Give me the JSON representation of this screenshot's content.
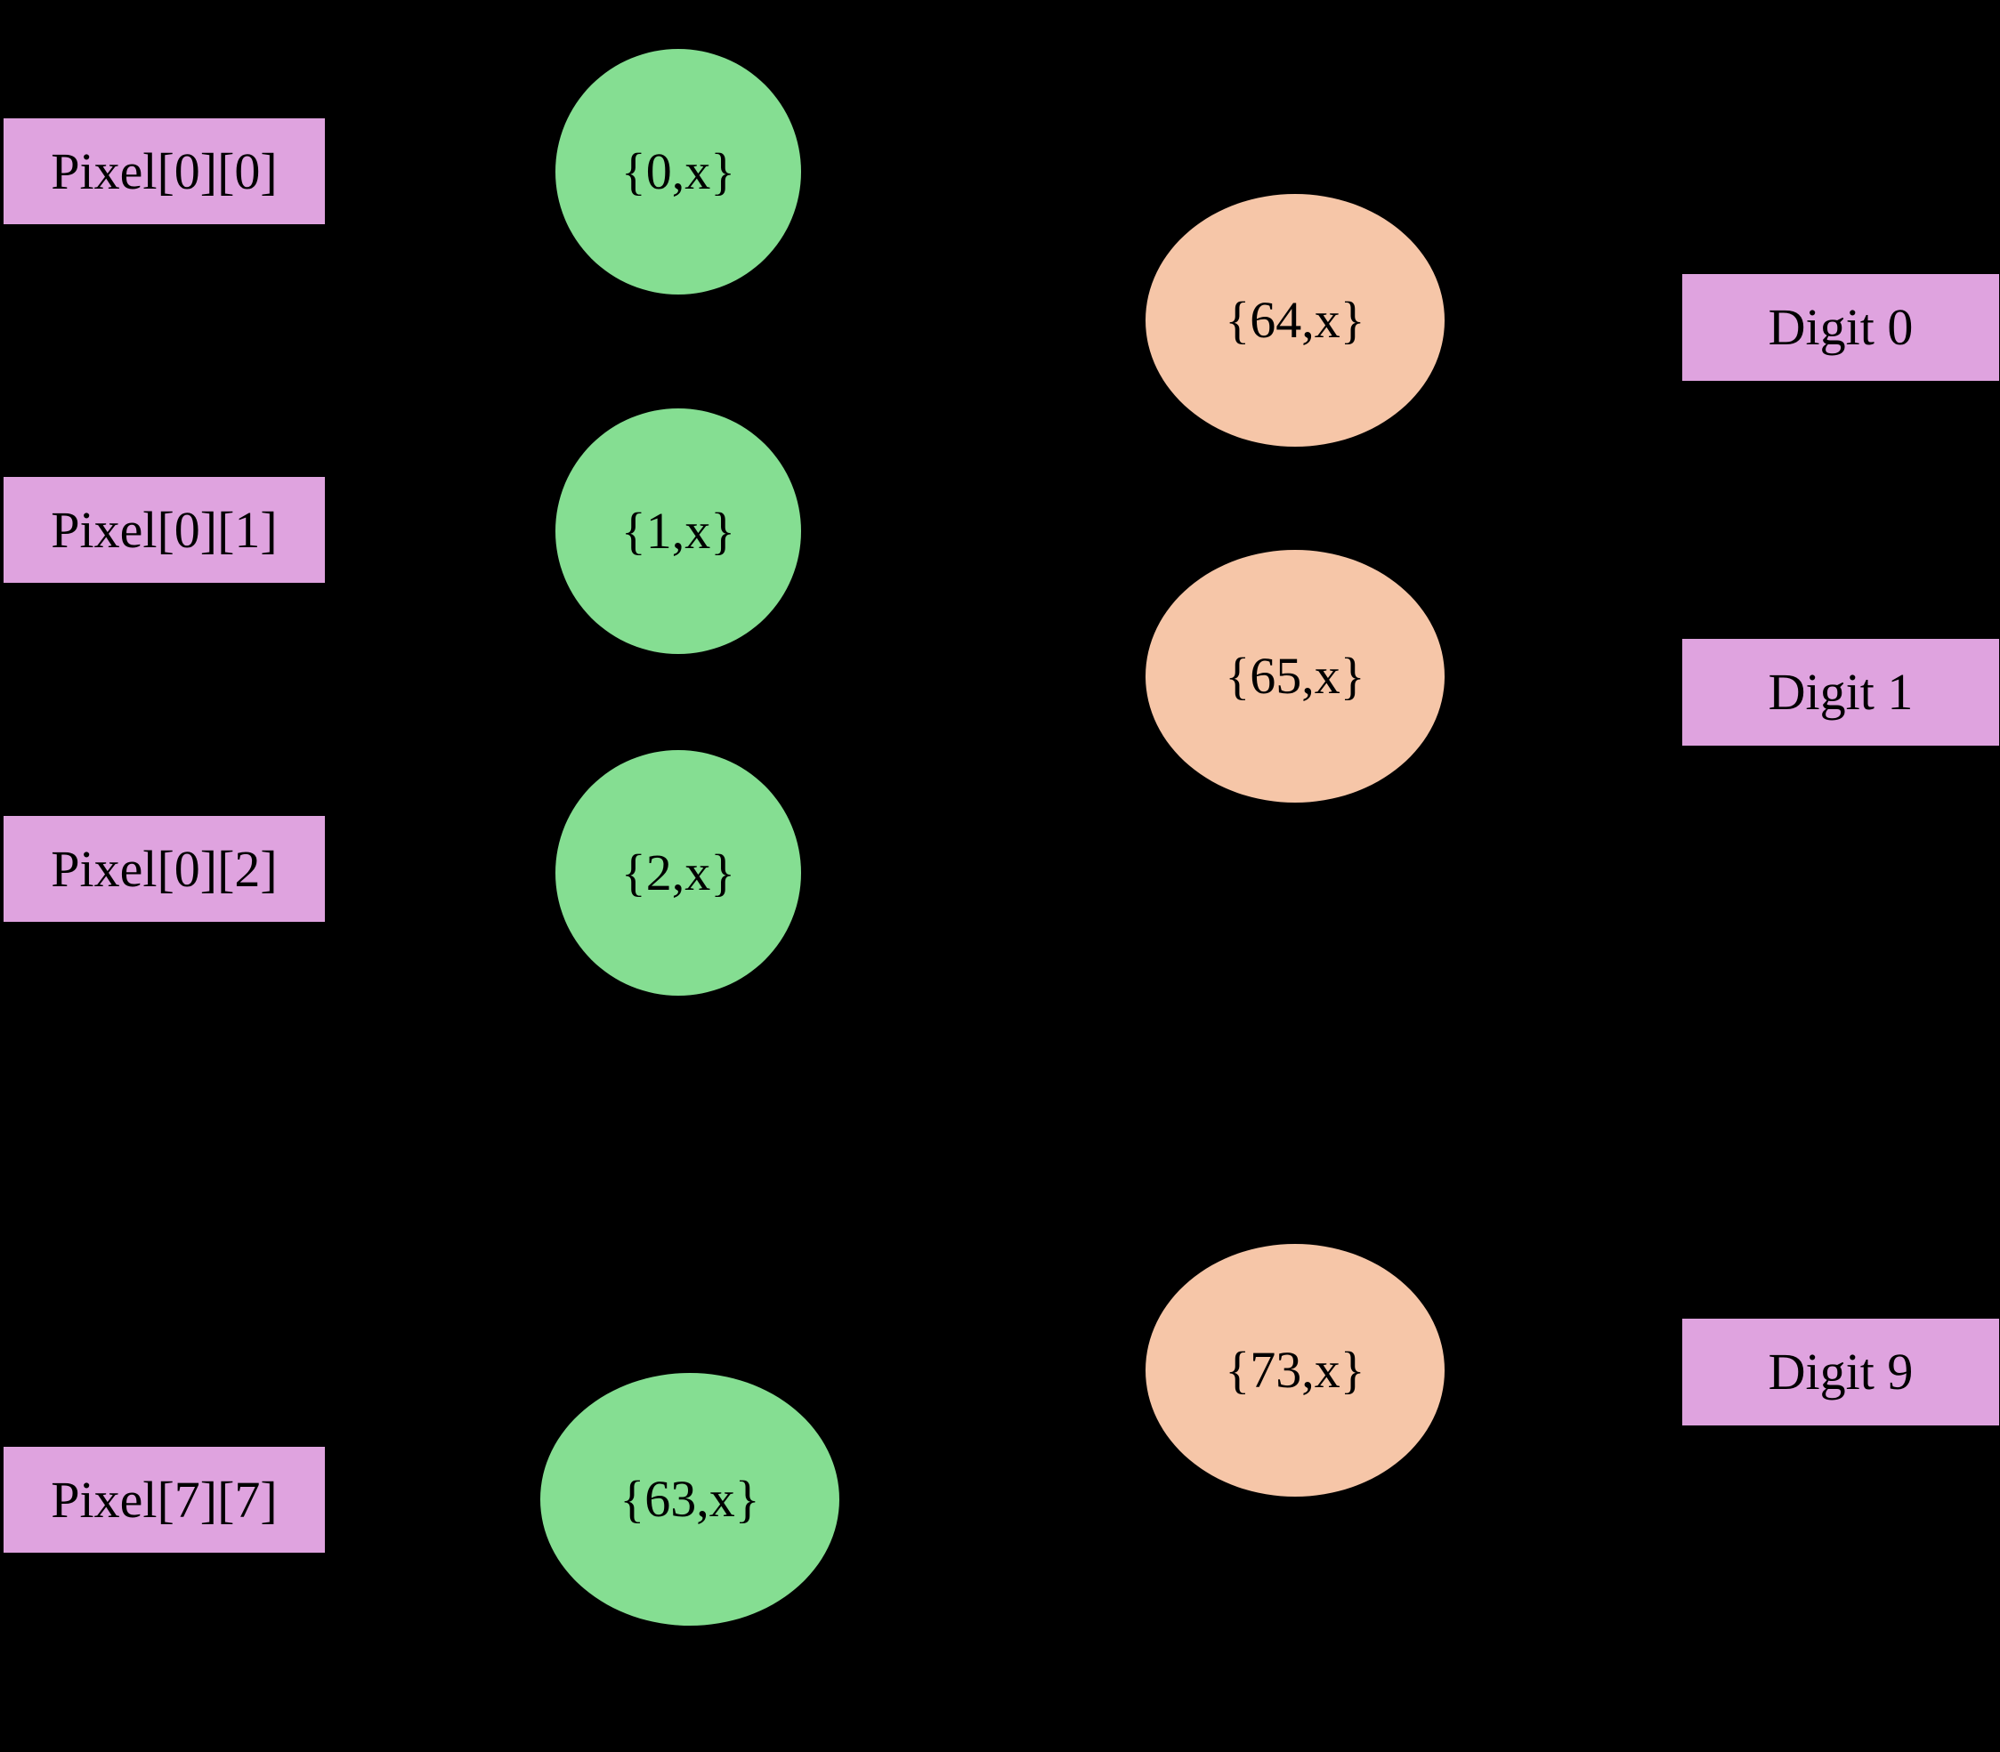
{
  "colors": {
    "background": "#000000",
    "input_box": "#DFA3DF",
    "input_node": "#85DE92",
    "output_node": "#F6C6A8",
    "label_text": "#000000"
  },
  "input_layer": {
    "boxes": [
      "Pixel[0][0]",
      "Pixel[0][1]",
      "Pixel[0][2]",
      "Pixel[7][7]"
    ],
    "nodes": [
      "{0,x}",
      "{1,x}",
      "{2,x}",
      "{63,x}"
    ]
  },
  "output_layer": {
    "nodes": [
      "{64,x}",
      "{65,x}",
      "{73,x}"
    ],
    "boxes": [
      "Digit 0",
      "Digit 1",
      "Digit 9"
    ]
  }
}
